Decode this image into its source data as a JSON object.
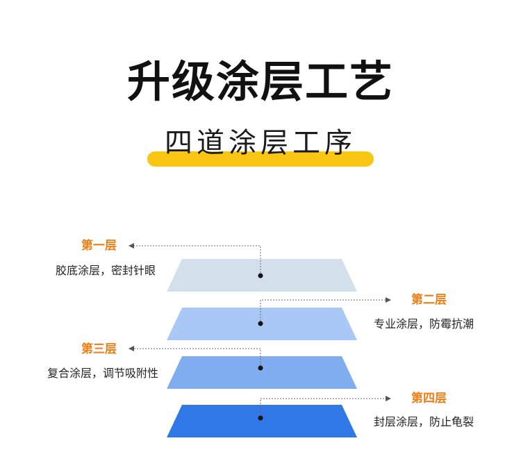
{
  "header": {
    "title": "升级涂层工艺",
    "subtitle": "四道涂层工序"
  },
  "layers": [
    {
      "label": "第一层",
      "desc": "胶底涂层，密封针眼",
      "color": "#d3e0ec"
    },
    {
      "label": "第二层",
      "desc": "专业涂层，防霉抗潮",
      "color": "#a9c8f5"
    },
    {
      "label": "第三层",
      "desc": "复合涂层，调节吸附性",
      "color": "#7fadef"
    },
    {
      "label": "第四层",
      "desc": "封层涂层，防止龟裂",
      "color": "#2f78e6"
    }
  ],
  "colors": {
    "accent": "#f07c14",
    "highlight": "#f9c614"
  }
}
